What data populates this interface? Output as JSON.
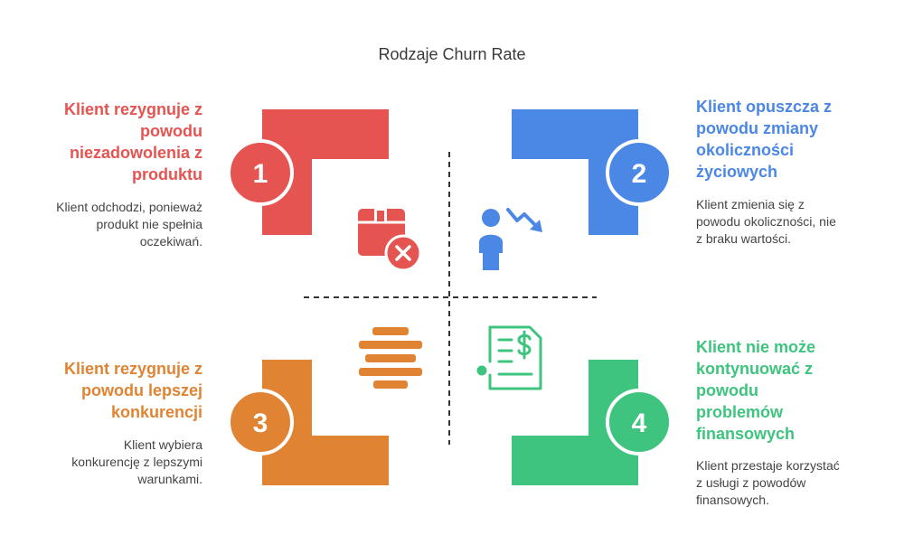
{
  "title": "Rodzaje Churn Rate",
  "colors": {
    "red": "#e55451",
    "blue": "#4b87e5",
    "orange": "#e08433",
    "green": "#3ec47e"
  },
  "quadrants": [
    {
      "number": "1",
      "heading_lines": [
        "Klient rezygnuje z",
        "powodu",
        "niezadowolenia z",
        "produktu"
      ],
      "desc_lines": [
        "Klient odchodzi, ponieważ",
        "produkt nie spełnia",
        "oczekiwań."
      ],
      "icon": "package-x-icon"
    },
    {
      "number": "2",
      "heading_lines": [
        "Klient opuszcza z",
        "powodu zmiany",
        "okoliczności",
        "życiowych"
      ],
      "desc_lines": [
        "Klient zmienia się z",
        "powodu okoliczności, nie",
        "z braku wartości."
      ],
      "icon": "person-trend-down-icon"
    },
    {
      "number": "3",
      "heading_lines": [
        "Klient rezygnuje z",
        "powodu lepszej",
        "konkurencji"
      ],
      "desc_lines": [
        "Klient wybiera",
        "konkurencję z lepszymi",
        "warunkami."
      ],
      "icon": "align-center-bars-icon"
    },
    {
      "number": "4",
      "heading_lines": [
        "Klient nie może",
        "kontynuować z",
        "powodu",
        "problemów",
        "finansowych"
      ],
      "desc_lines": [
        "Klient przestaje korzystać",
        "z usługi z powodów",
        "finansowych."
      ],
      "icon": "invoice-dollar-icon"
    }
  ]
}
